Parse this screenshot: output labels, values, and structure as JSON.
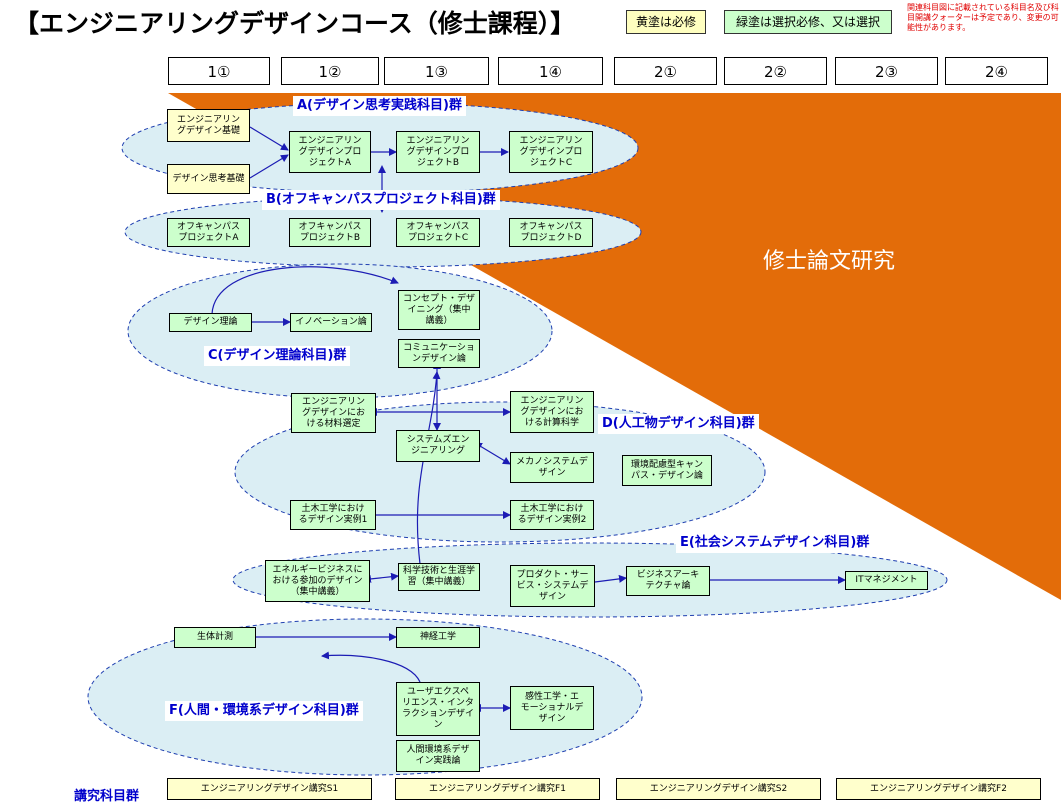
{
  "title": "【エンジニアリングデザインコース（修士課程）】",
  "legend": {
    "yellow": "黄塗は必修",
    "green": "緑塗は選択必修、又は選択"
  },
  "note": "関連科目図に記載されている科目名及び科目開講クォーターは予定であり、変更の可能性があります。",
  "quarters": [
    "1①",
    "1②",
    "1③",
    "1④",
    "2①",
    "2②",
    "2③",
    "2④"
  ],
  "thesis": "修士論文研究",
  "groups": {
    "a": "A(デザイン思考実践科目)群",
    "b": "B(オフキャンパスプロジェクト科目)群",
    "c": "C(デザイン理論科目)群",
    "d": "D(人工物デザイン科目)群",
    "e": "E(社会システムデザイン科目)群",
    "f": "F(人間・環境系デザイン科目)群"
  },
  "courses": {
    "eng_basic": "エンジニアリン\nグデザイン基礎",
    "dt_basic": "デザイン思考基礎",
    "edp_a": "エンジニアリン\nグデザインプロ\nジェクトA",
    "edp_b": "エンジニアリン\nグデザインプロ\nジェクトB",
    "edp_c": "エンジニアリン\nグデザインプロ\nジェクトC",
    "ocp_a": "オフキャンパス\nプロジェクトA",
    "ocp_b": "オフキャンパス\nプロジェクトB",
    "ocp_c": "オフキャンパス\nプロジェクトC",
    "ocp_d": "オフキャンパス\nプロジェクトD",
    "design_theory": "デザイン理論",
    "innovation": "イノベーション論",
    "concept": "コンセプト・デザ\nイニング（集中\n講義）",
    "comm_design": "コミュニケーショ\nンデザイン論",
    "materials": "エンジニアリン\nグデザインにお\nける材料選定",
    "computation": "エンジニアリン\nグデザインにお\nける計算科学",
    "systems_eng": "システムズエン\nジニアリング",
    "mechano": "メカノシステムデ\nザイン",
    "campus_env": "環境配慮型キャン\nパス・デザイン論",
    "civil_1": "土木工学におけ\nるデザイン実例1",
    "civil_2": "土木工学におけ\nるデザイン実例2",
    "energy": "エネルギービジネスに\nおける参加のデザイン\n（集中講義）",
    "sci_tech": "科学技術と生涯学\n習（集中講義）",
    "product": "プロダクト・サー\nビス・システムデ\nザイン",
    "biz_arch": "ビジネスアーキ\nテクチャ論",
    "it_mgmt": "ITマネジメント",
    "bio_measure": "生体計測",
    "neuro": "神経工学",
    "ux": "ユーザエクスペ\nリエンス・インタ\nラクションデザイ\nン",
    "kansei": "感性工学・エ\nモーショナルデ\nザイン",
    "human_env": "人間環境系デザ\nイン実践論"
  },
  "footer": {
    "label": "講究科目群",
    "s1": "エンジニアリングデザイン講究S1",
    "f1": "エンジニアリングデザイン講究F1",
    "s2": "エンジニアリングデザイン講究S2",
    "f2": "エンジニアリングデザイン講究F2"
  },
  "colors": {
    "thesis_orange": "#e36c09",
    "ellipse_fill": "#dbeef4",
    "ellipse_stroke": "#1f3fb0",
    "arrow": "#1c1cb4",
    "group_text": "#0000cc",
    "required": "#ffffcc",
    "elective": "#ccffcc"
  }
}
